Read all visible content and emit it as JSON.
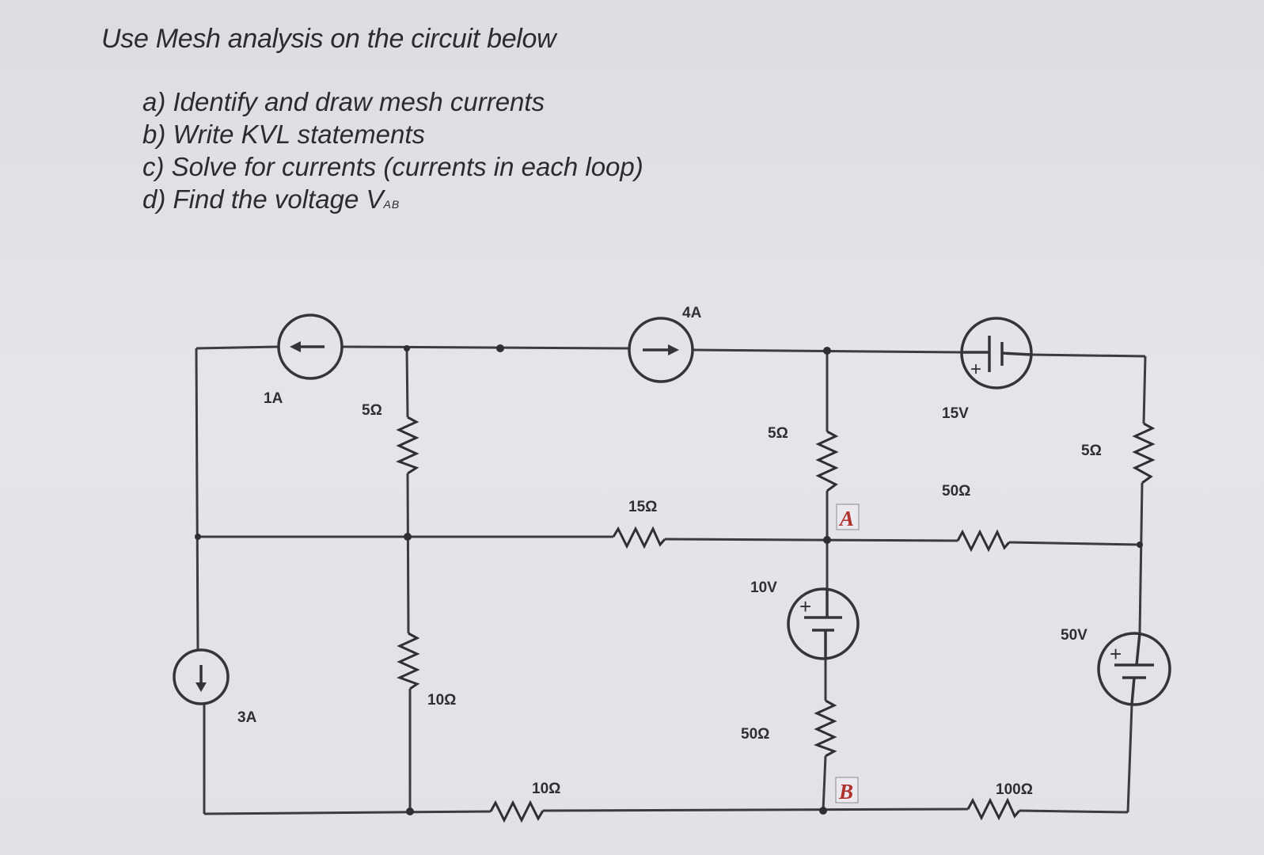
{
  "problem": {
    "title": "Use Mesh analysis on the circuit below",
    "parts": [
      {
        "text": "a) Identify and draw mesh currents"
      },
      {
        "text": "b) Write KVL statements"
      },
      {
        "text": "c) Solve for currents (currents in each loop)"
      },
      {
        "text": "d) Find the voltage V",
        "subscript": "AB"
      }
    ]
  },
  "circuit": {
    "current_sources": {
      "src_1a": {
        "label": "1A",
        "direction": "left"
      },
      "src_4a": {
        "label": "4A",
        "direction": "right"
      },
      "src_3a": {
        "label": "3A",
        "direction": "down"
      }
    },
    "voltage_sources": {
      "src_15v": {
        "label": "15V",
        "polarity_symbol": "+"
      },
      "src_10v": {
        "label": "10V",
        "polarity_symbol": "+"
      },
      "src_50v": {
        "label": "50V",
        "polarity_symbol": "+"
      }
    },
    "resistors": {
      "r_5_left": "5Ω",
      "r_5_middle": "5Ω",
      "r_5_right": "5Ω",
      "r_15": "15Ω",
      "r_50_top": "50Ω",
      "r_10_left": "10Ω",
      "r_10_bottom": "10Ω",
      "r_50_bottom": "50Ω",
      "r_100": "100Ω"
    },
    "nodes": {
      "a": "A",
      "b": "B"
    }
  },
  "colors": {
    "wire": "#3b3b40",
    "node_label": "#b0302e",
    "background": "#e2e0e6"
  }
}
